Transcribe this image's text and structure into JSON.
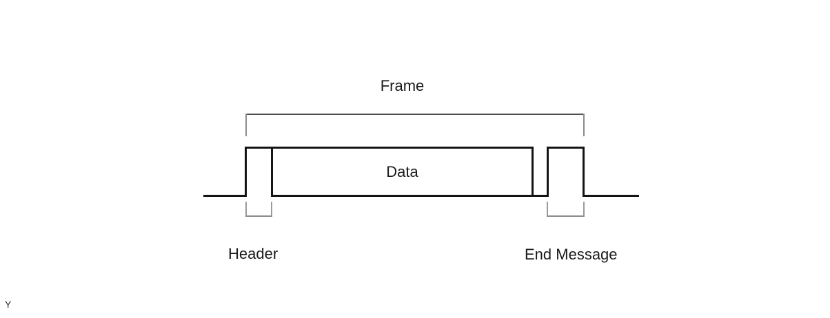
{
  "diagram": {
    "frame_label": "Frame",
    "data_label": "Data",
    "header_label": "Header",
    "end_label": "End Message",
    "corner_mark": "Y",
    "colors": {
      "signal_line": "#141414",
      "bracket_line": "#8c8c8c",
      "bracket_bar": "#4f4f4f",
      "text": "#1a1a1a",
      "background": "#ffffff"
    }
  }
}
